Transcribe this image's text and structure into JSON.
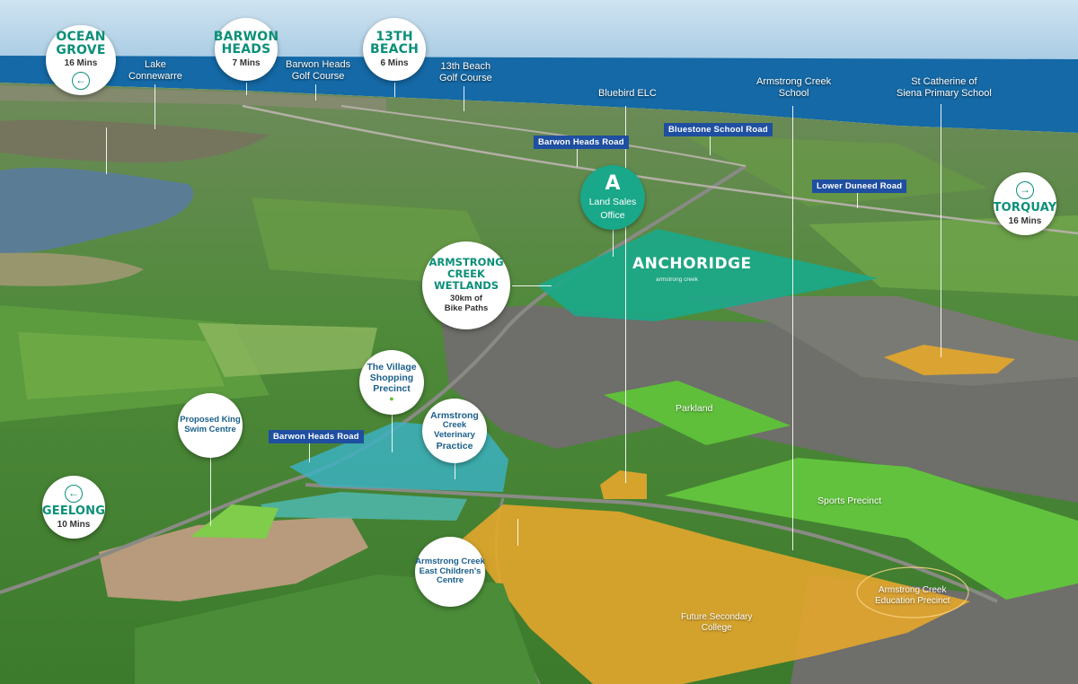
{
  "colors": {
    "sky_top": "#c4dcec",
    "sea": "#1469a6",
    "grass": "#4f8a3a",
    "anchoridge": "#19a889",
    "land_sales": "#19a889",
    "retail": "#3cb0c0",
    "education": "#e3a62c",
    "parkland": "#5fbf3a",
    "road_label_bg": "#1f4fa0",
    "circle_text": "#0b8f78"
  },
  "travel_times": [
    {
      "id": "ocean-grove",
      "name_line1": "OCEAN",
      "name_line2": "GROVE",
      "time": "16 Mins",
      "arrow": "left-arrow-icon"
    },
    {
      "id": "barwon-heads",
      "name_line1": "BARWON",
      "name_line2": "HEADS",
      "time": "7 Mins",
      "arrow": ""
    },
    {
      "id": "13th-beach",
      "name_line1": "13TH",
      "name_line2": "BEACH",
      "time": "6 Mins",
      "arrow": ""
    },
    {
      "id": "torquay",
      "name_line1": "TORQUAY",
      "name_line2": "",
      "time": "16 Mins",
      "arrow": "right-arrow-icon"
    },
    {
      "id": "geelong",
      "name_line1": "GEELONG",
      "name_line2": "",
      "time": "10 Mins",
      "arrow": "left-arrow-icon"
    }
  ],
  "place_labels": {
    "lake_connewarre": [
      "Lake",
      "Connewarre"
    ],
    "barwon_golf": [
      "Barwon Heads",
      "Golf Course"
    ],
    "beach_golf": [
      "13th Beach",
      "Golf Course"
    ],
    "bluebird": [
      "Bluebird ELC"
    ],
    "armstrong_school": [
      "Armstrong Creek",
      "School"
    ],
    "st_catherine": [
      "St Catherine of",
      "Siena Primary School"
    ]
  },
  "roads": {
    "barwon_heads_road_top": "Barwon Heads Road",
    "bluestone_school_road": "Bluestone School Road",
    "lower_duneed_road": "Lower Duneed Road",
    "barwon_heads_road_bottom": "Barwon Heads Road"
  },
  "sales_office": {
    "letter": "A",
    "line1": "Land Sales",
    "line2": "Office"
  },
  "anchoridge": {
    "name": "ANCHORIDGE",
    "sub": "armstrong creek"
  },
  "wetlands": {
    "line1": "ARMSTRONG",
    "line2": "CREEK",
    "line3": "WETLANDS",
    "line4": "30km of",
    "line5": "Bike Paths"
  },
  "amenities": {
    "village": {
      "line1": "The Village",
      "line2": "Shopping",
      "line3": "Precinct"
    },
    "vet": {
      "line1": "Armstrong",
      "line2": "Creek Veterinary",
      "line3": "Practice"
    },
    "swim": {
      "line1": "Proposed King",
      "line2": "Swim Centre"
    },
    "childrens": {
      "line1": "Armstrong Creek",
      "line2": "East Children's",
      "line3": "Centre"
    }
  },
  "zones": {
    "parkland": "Parkland",
    "sports": "Sports Precinct",
    "secondary": [
      "Future Secondary",
      "College"
    ],
    "education": [
      "Armstrong Creek",
      "Education Precinct"
    ]
  }
}
